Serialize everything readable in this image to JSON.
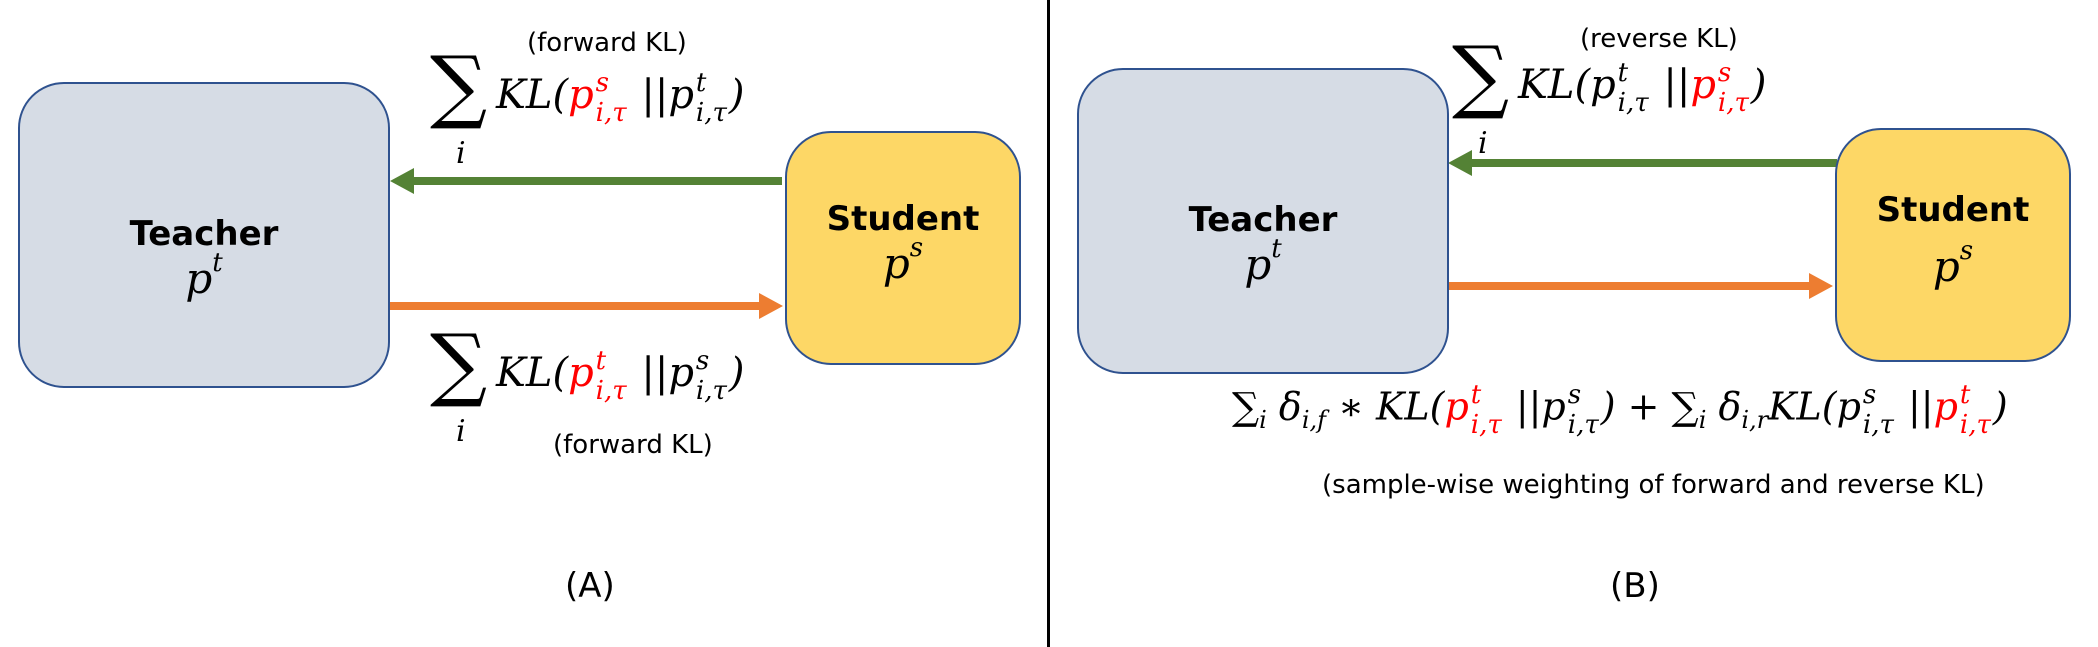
{
  "panel_a": {
    "label": "(A)",
    "teacher": {
      "title": "Teacher",
      "symbol": "p",
      "symbol_sup": "t"
    },
    "student": {
      "title": "Student",
      "symbol": "p",
      "symbol_sup": "s"
    },
    "top_note": "(forward KL)",
    "bottom_note": "(forward KL)",
    "top_formula": {
      "sum": "∑",
      "sum_index": "i",
      "kl": "KL(",
      "arg1": "p",
      "arg1_sup": "s",
      "arg1_sub": "i,τ",
      "sep": " ||",
      "arg2": "p",
      "arg2_sup": "t",
      "arg2_sub": "i,τ",
      "close": ")"
    },
    "bottom_formula": {
      "sum": "∑",
      "sum_index": "i",
      "kl": "KL(",
      "arg1": "p",
      "arg1_sup": "t",
      "arg1_sub": "i,τ",
      "sep": " ||",
      "arg2": "p",
      "arg2_sup": "s",
      "arg2_sub": "i,τ",
      "close": ")"
    }
  },
  "panel_b": {
    "label": "(B)",
    "teacher": {
      "title": "Teacher",
      "symbol": "p",
      "symbol_sup": "t"
    },
    "student": {
      "title": "Student",
      "symbol": "p",
      "symbol_sup": "s"
    },
    "top_note": "(reverse KL)",
    "top_formula": {
      "sum": "∑",
      "sum_index": "i",
      "kl": "KL(",
      "arg1": "p",
      "arg1_sup": "t",
      "arg1_sub": "i,τ",
      "sep": " ||",
      "arg2": "p",
      "arg2_sup": "s",
      "arg2_sub": "i,τ",
      "close": ")"
    },
    "combined_formula": {
      "sum1": "∑",
      "sum1_sub": "i",
      "delta1": "δ",
      "delta1_sub": "i,f",
      "times": " ∗ KL(",
      "a1": "p",
      "a1_sup": "t",
      "a1_sub": "i,τ",
      "sep1": " ||",
      "b1": "p",
      "b1_sup": "s",
      "b1_sub": "i,τ",
      "close1": ") + ",
      "sum2": "∑",
      "sum2_sub": "i",
      "delta2": "δ",
      "delta2_sub": "i,r",
      "kl2": "KL(",
      "a2": "p",
      "a2_sup": "s",
      "a2_sub": "i,τ",
      "sep2": " ||",
      "b2": "p",
      "b2_sup": "t",
      "b2_sub": "i,τ",
      "close2": ")"
    },
    "bottom_note": "(sample-wise weighting  of forward and reverse KL)"
  },
  "colors": {
    "teacher_fill": "#d6dce5",
    "student_fill": "#fdd766",
    "border": "#2f528f",
    "green_arrow": "#548235",
    "orange_arrow": "#ed7d31",
    "highlight": "#ff0000"
  }
}
